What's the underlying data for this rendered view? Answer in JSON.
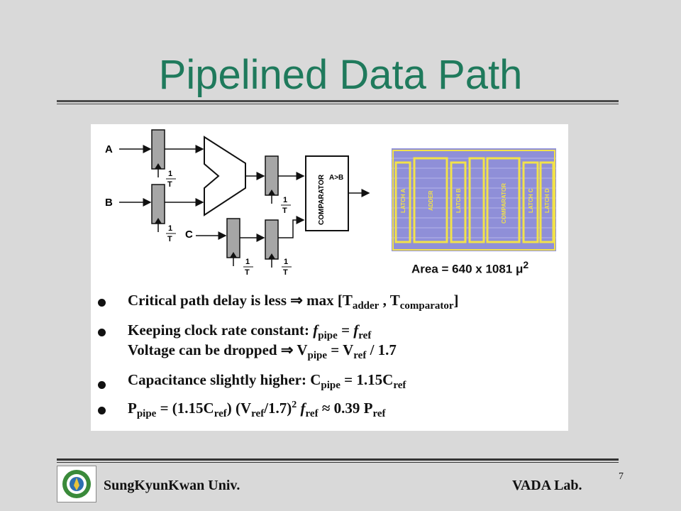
{
  "slide": {
    "title": "Pipelined Data Path",
    "page_number": "7"
  },
  "diagram": {
    "input_a": "A",
    "input_b": "B",
    "input_c": "C",
    "clock_num": "1",
    "clock_den": "T",
    "comparator_label": "COMPARATOR",
    "comparator_output": "A>B",
    "layout_blocks": [
      "LATCH A",
      "ADDER",
      "LATCH B",
      "COMPARATOR",
      "LATCH C",
      "LATCH D"
    ]
  },
  "area": {
    "text": "Area = 640 x 1081 μ",
    "exponent": "2"
  },
  "bullets": {
    "b1_pre": "Critical path delay is less ⇒ max [T",
    "b1_sub1": "adder",
    "b1_mid": " , T",
    "b1_sub2": "comparator",
    "b1_post": "]",
    "b2_pre": "Keeping clock rate constant: ",
    "b2_f1": "f",
    "b2_sub1": "pipe",
    "b2_mid": " = ",
    "b2_f2": "f",
    "b2_sub2": "ref",
    "b3_pre": "Voltage can be dropped ⇒ V",
    "b3_sub1": "pipe",
    "b3_mid": " = V",
    "b3_sub2": "ref",
    "b3_post": " / 1.7",
    "b4_pre": "Capacitance slightly higher: C",
    "b4_sub1": "pipe",
    "b4_mid": " = 1.15C",
    "b4_sub2": "ref",
    "b5_p": "P",
    "b5_sub1": "pipe",
    "b5_a": " = (1.15C",
    "b5_sub2": "ref",
    "b5_b": ") (V",
    "b5_sub3": "ref",
    "b5_c": "/1.7)",
    "b5_sup": "2",
    "b5_f": " f",
    "b5_sub4": "ref",
    "b5_d": " ≈ 0.39 P",
    "b5_sub5": "ref"
  },
  "footer": {
    "left": "SungKyunKwan Univ.",
    "right": "VADA Lab."
  },
  "colors": {
    "title": "#1f7a5c",
    "background": "#d9d9d9",
    "latch_fill": "#a6a6a6",
    "layout_bg": "#8f8fd8",
    "layout_outline": "#f2e24a"
  }
}
